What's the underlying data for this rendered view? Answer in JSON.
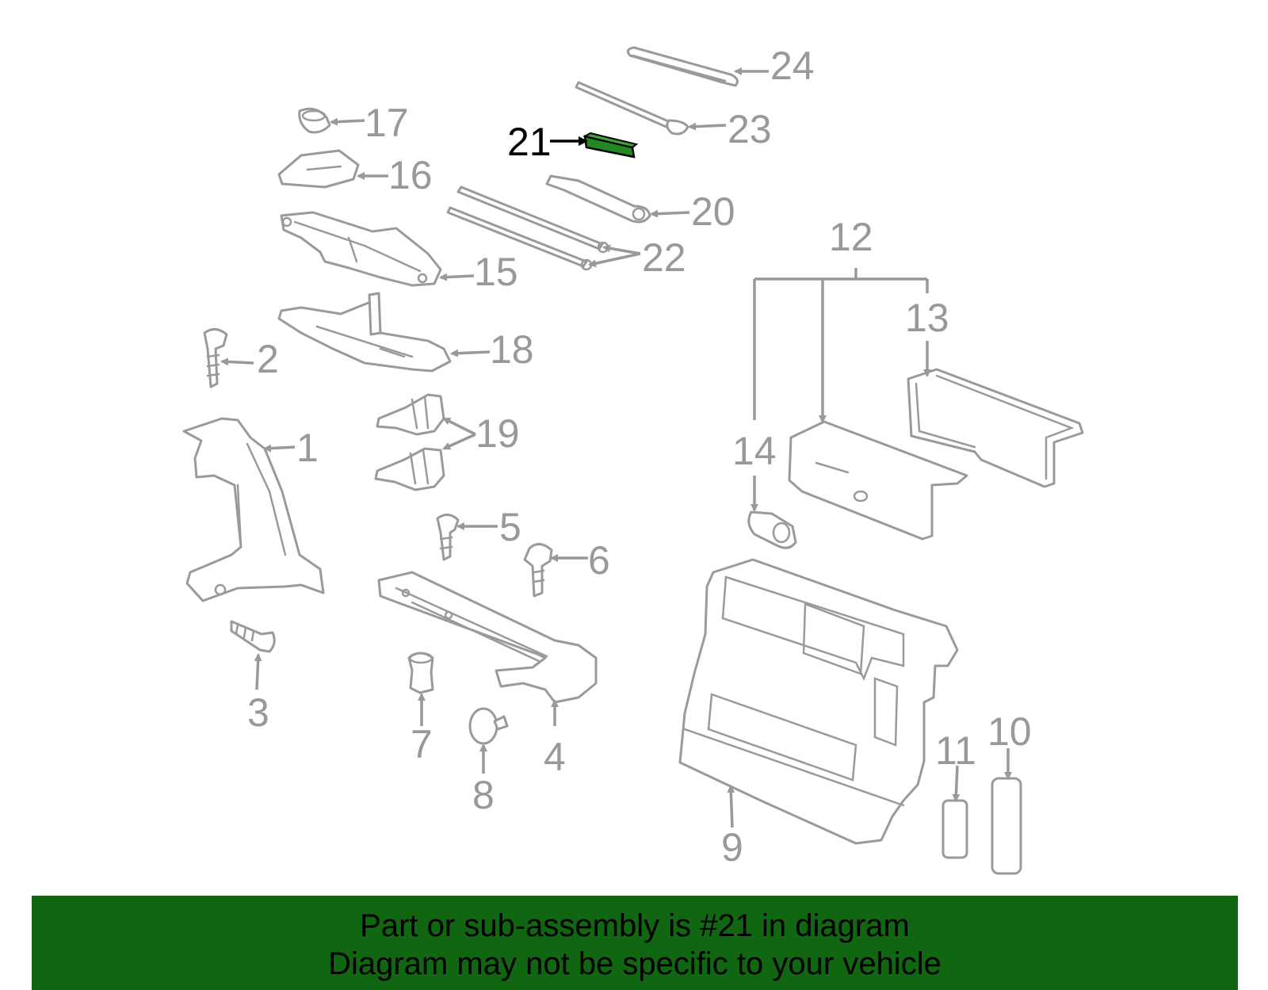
{
  "diagram": {
    "highlighted_part": "21",
    "highlight_color": "#228822",
    "callouts": [
      "1",
      "2",
      "3",
      "4",
      "5",
      "6",
      "7",
      "8",
      "9",
      "10",
      "11",
      "12",
      "13",
      "14",
      "15",
      "16",
      "17",
      "18",
      "19",
      "20",
      "21",
      "22",
      "23",
      "24"
    ]
  },
  "banner": {
    "line1": "Part or sub-assembly is #21 in diagram",
    "line2": "Diagram may not be specific to your vehicle",
    "background": "#116611"
  }
}
